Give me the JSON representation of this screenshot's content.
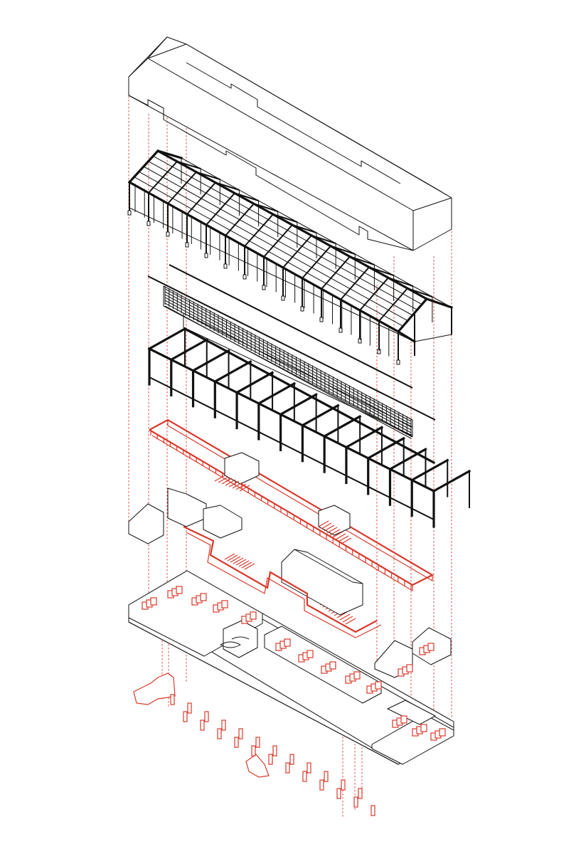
{
  "diagram": {
    "type": "exploded-axonometric",
    "colors": {
      "structure": "#111111",
      "insertions": "#d8392b",
      "background": "#ffffff"
    },
    "layers": [
      {
        "id": "roof-envelope",
        "style": "outline"
      },
      {
        "id": "steel-roof-frame",
        "style": "structure"
      },
      {
        "id": "facade-glazing",
        "style": "structure"
      },
      {
        "id": "mezzanine-frame",
        "style": "structure"
      },
      {
        "id": "upper-walkway",
        "style": "insertion"
      },
      {
        "id": "pavilions-and-stairs",
        "style": "insertion"
      },
      {
        "id": "ground-floor-rooms",
        "style": "insertion"
      },
      {
        "id": "foundation-piers",
        "style": "insertion"
      }
    ]
  }
}
